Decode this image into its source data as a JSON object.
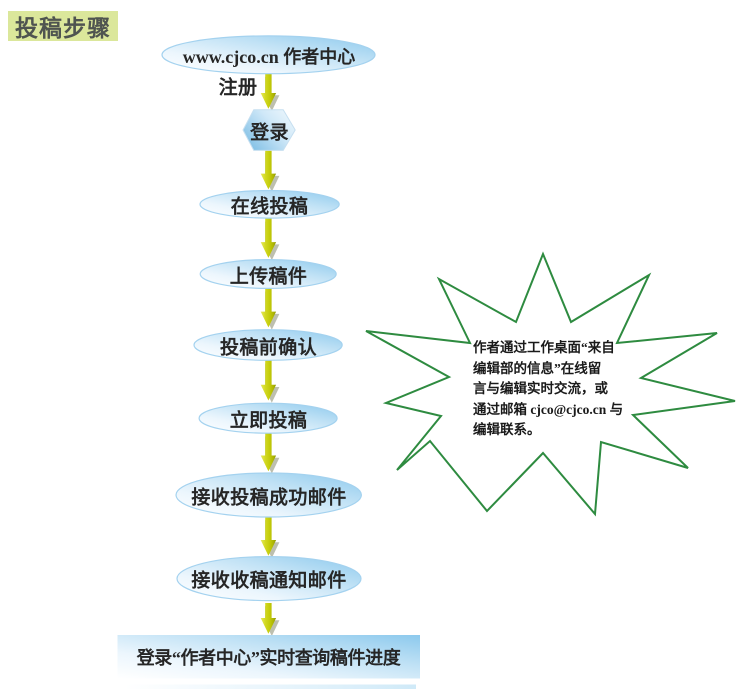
{
  "title": "投稿步骤",
  "flow": {
    "start": "www.cjco.cn 作者中心",
    "edge_label": "注册",
    "login": "登录",
    "steps": [
      "在线投稿",
      "上传稿件",
      "投稿前确认",
      "立即投稿",
      "接收投稿成功邮件",
      "接收收稿通知邮件"
    ],
    "end": "登录“作者中心”实时查询稿件进度"
  },
  "callout": {
    "lines": [
      "作者通过工作桌面“来自",
      "编辑部的信息”在线留",
      "言与编辑实时交流，或",
      "通过邮箱 cjco@cjco.cn 与",
      "编辑联系。"
    ]
  },
  "colors": {
    "node_blue": "#96cdee",
    "arrow_yellow_green": "#c9d107",
    "star_green": "#2e8b40",
    "title_background": "#dbe79b"
  }
}
